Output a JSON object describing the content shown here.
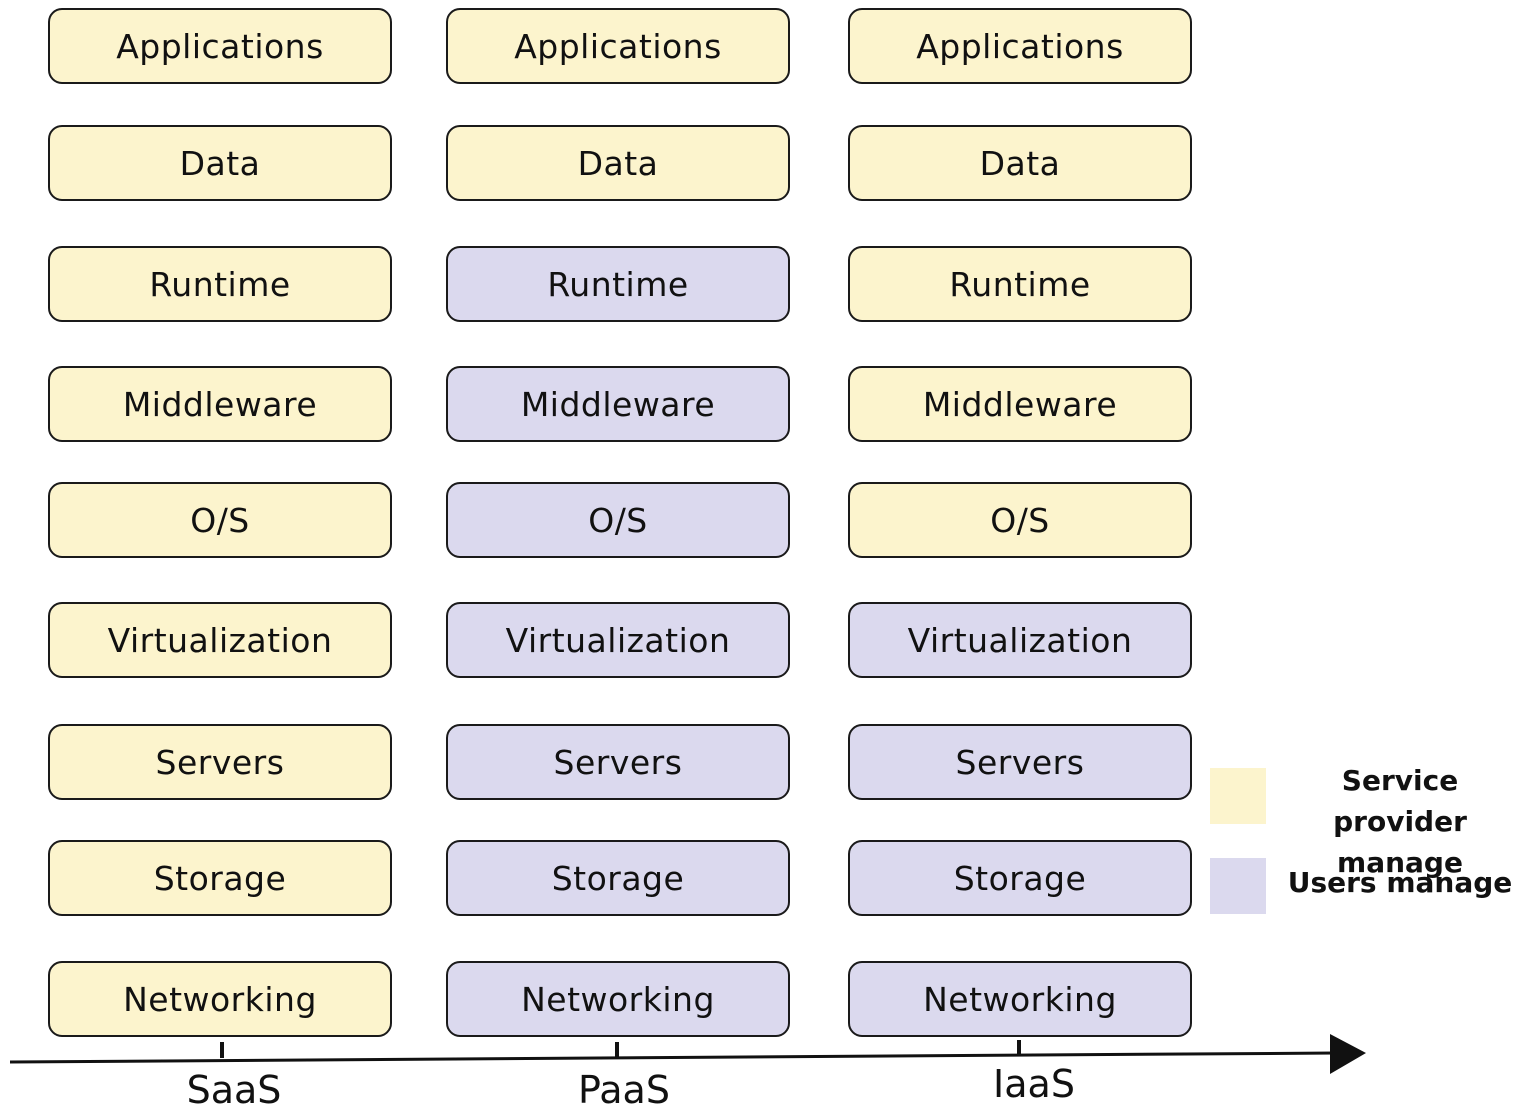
{
  "colors": {
    "service_provider": "#fcf4cd",
    "users": "#dbd9ee",
    "border": "#1a1a1a"
  },
  "columns": [
    {
      "name": "SaaS",
      "layers": [
        {
          "label": "Applications",
          "managed_by": "service_provider"
        },
        {
          "label": "Data",
          "managed_by": "service_provider"
        },
        {
          "label": "Runtime",
          "managed_by": "service_provider"
        },
        {
          "label": "Middleware",
          "managed_by": "service_provider"
        },
        {
          "label": "O/S",
          "managed_by": "service_provider"
        },
        {
          "label": "Virtualization",
          "managed_by": "service_provider"
        },
        {
          "label": "Servers",
          "managed_by": "service_provider"
        },
        {
          "label": "Storage",
          "managed_by": "service_provider"
        },
        {
          "label": "Networking",
          "managed_by": "service_provider"
        }
      ]
    },
    {
      "name": "PaaS",
      "layers": [
        {
          "label": "Applications",
          "managed_by": "service_provider"
        },
        {
          "label": "Data",
          "managed_by": "service_provider"
        },
        {
          "label": "Runtime",
          "managed_by": "users"
        },
        {
          "label": "Middleware",
          "managed_by": "users"
        },
        {
          "label": "O/S",
          "managed_by": "users"
        },
        {
          "label": "Virtualization",
          "managed_by": "users"
        },
        {
          "label": "Servers",
          "managed_by": "users"
        },
        {
          "label": "Storage",
          "managed_by": "users"
        },
        {
          "label": "Networking",
          "managed_by": "users"
        }
      ]
    },
    {
      "name": "IaaS",
      "layers": [
        {
          "label": "Applications",
          "managed_by": "service_provider"
        },
        {
          "label": "Data",
          "managed_by": "service_provider"
        },
        {
          "label": "Runtime",
          "managed_by": "service_provider"
        },
        {
          "label": "Middleware",
          "managed_by": "service_provider"
        },
        {
          "label": "O/S",
          "managed_by": "service_provider"
        },
        {
          "label": "Virtualization",
          "managed_by": "users"
        },
        {
          "label": "Servers",
          "managed_by": "users"
        },
        {
          "label": "Storage",
          "managed_by": "users"
        },
        {
          "label": "Networking",
          "managed_by": "users"
        }
      ]
    }
  ],
  "legend": {
    "service_provider": "Service provider manage",
    "users": "Users manage"
  }
}
